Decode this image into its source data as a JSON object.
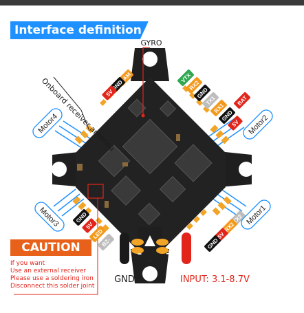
{
  "title": "Interface definition",
  "labels": {
    "gyro": "GYRO",
    "antenna": "Onboard receiver antenna",
    "gnd_bottom": "GND",
    "input": "INPUT: 3.1-8.7V"
  },
  "motors": {
    "motor1": "Motor1",
    "motor2": "Motor2",
    "motor3": "Motor3",
    "motor4": "Motor4"
  },
  "pin_tags": {
    "cam": "CAM",
    "gnd_tl": "GND",
    "v5_tl": "5V",
    "vtx": "VTX",
    "rx2_tr": "RX2",
    "gnd_tr": "GND",
    "tx1": "TX1",
    "rx1": "RX1",
    "gnd_r": "GND",
    "v5_r": "5V",
    "bat": "BAT",
    "tx2": "TX2",
    "rx2_br": "RX2",
    "v5_br": "5V",
    "gnd_br": "GND",
    "gnd_bl": "GND",
    "v5_bl": "5V",
    "led": "LED",
    "bz": "BZ-"
  },
  "caution": {
    "heading": "CAUTION",
    "lines": [
      "If you want",
      "Use an external receiver",
      "Please use a soldering iron",
      "Disconnect this solder joint"
    ]
  },
  "colors": {
    "title_bg": "#1e90ff",
    "caution_bg": "#e8611b",
    "caution_text": "#e1251b",
    "board": "#1f1f1f",
    "pad": "#f2a427",
    "motor_wire": "#1e90ff",
    "tag_green": "#2fa84f",
    "tag_orange": "#f39a1d",
    "tag_red": "#e1251b",
    "tag_gray": "#bdbdbd",
    "tag_black": "#111111"
  }
}
